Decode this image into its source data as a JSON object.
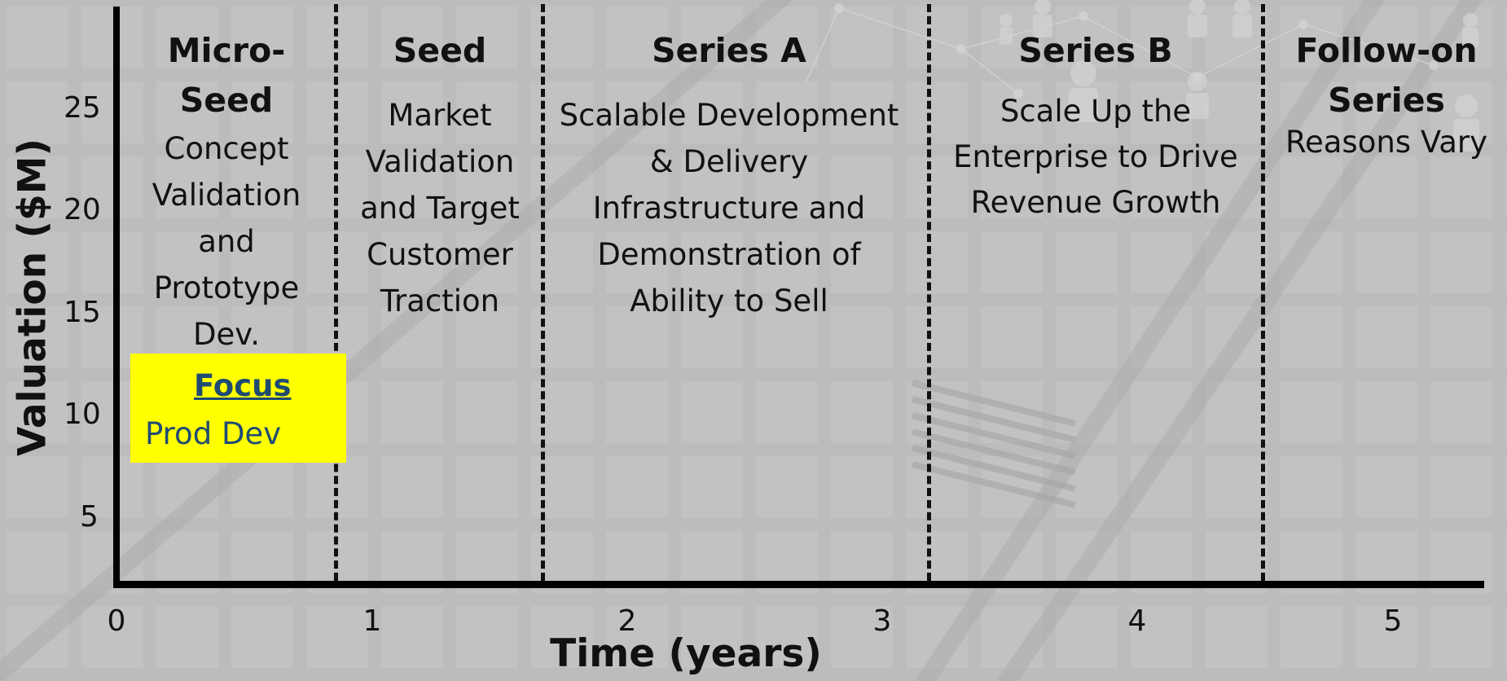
{
  "axes": {
    "y_label": "Valuation ($M)",
    "x_label": "Time (years)",
    "y_ticks": [
      "25",
      "20",
      "15",
      "10",
      "5"
    ],
    "x_ticks": [
      "0",
      "1",
      "2",
      "3",
      "4",
      "5"
    ]
  },
  "stages": [
    {
      "title": "Micro-\nSeed",
      "description": "Concept Validation and Prototype Dev."
    },
    {
      "title": "Seed",
      "description": "Market Validation and Target Customer Traction"
    },
    {
      "title": "Series A",
      "description": "Scalable Development & Delivery Infrastructure and Demonstration of Ability to Sell"
    },
    {
      "title": "Series B",
      "description": "Scale Up the Enterprise to Drive Revenue Growth"
    },
    {
      "title": "Follow-on Series",
      "description": "Reasons Vary"
    }
  ],
  "focus": {
    "title": "Focus",
    "value": "Prod Dev",
    "color": "#ffff00",
    "text_color": "#1f4b73"
  }
}
